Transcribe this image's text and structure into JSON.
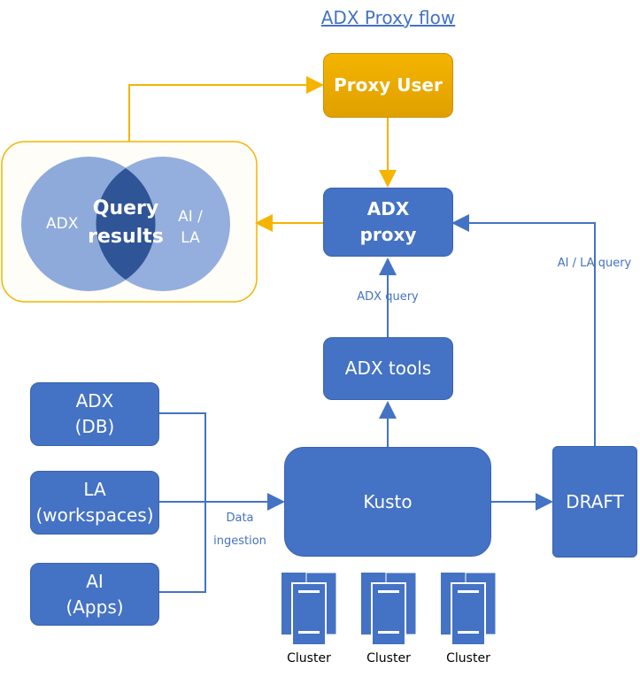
{
  "title": "ADX Proxy flow",
  "nodes": {
    "proxy_user": "Proxy User",
    "adx_proxy_line1": "ADX",
    "adx_proxy_line2": "proxy",
    "adx_tools": "ADX tools",
    "kusto": "Kusto",
    "draft": "DRAFT",
    "adx_db_line1": "ADX",
    "adx_db_line2": "(DB)",
    "la_line1": "LA",
    "la_line2": "(workspaces)",
    "ai_line1": "AI",
    "ai_line2": "(Apps)"
  },
  "venn": {
    "left": "ADX",
    "right_line1": "AI /",
    "right_line2": "LA",
    "center_line1": "Query",
    "center_line2": "results"
  },
  "edge_labels": {
    "adx_query": "ADX query",
    "ai_la_query": "AI / LA query",
    "data_ingestion_line1": "Data",
    "data_ingestion_line2": "ingestion"
  },
  "clusters": [
    "Cluster",
    "Cluster",
    "Cluster"
  ],
  "colors": {
    "primary_blue": "#4472c4",
    "gold": "#f4b400",
    "venn_light": "#8eaadb",
    "venn_dark": "#2f5597"
  }
}
